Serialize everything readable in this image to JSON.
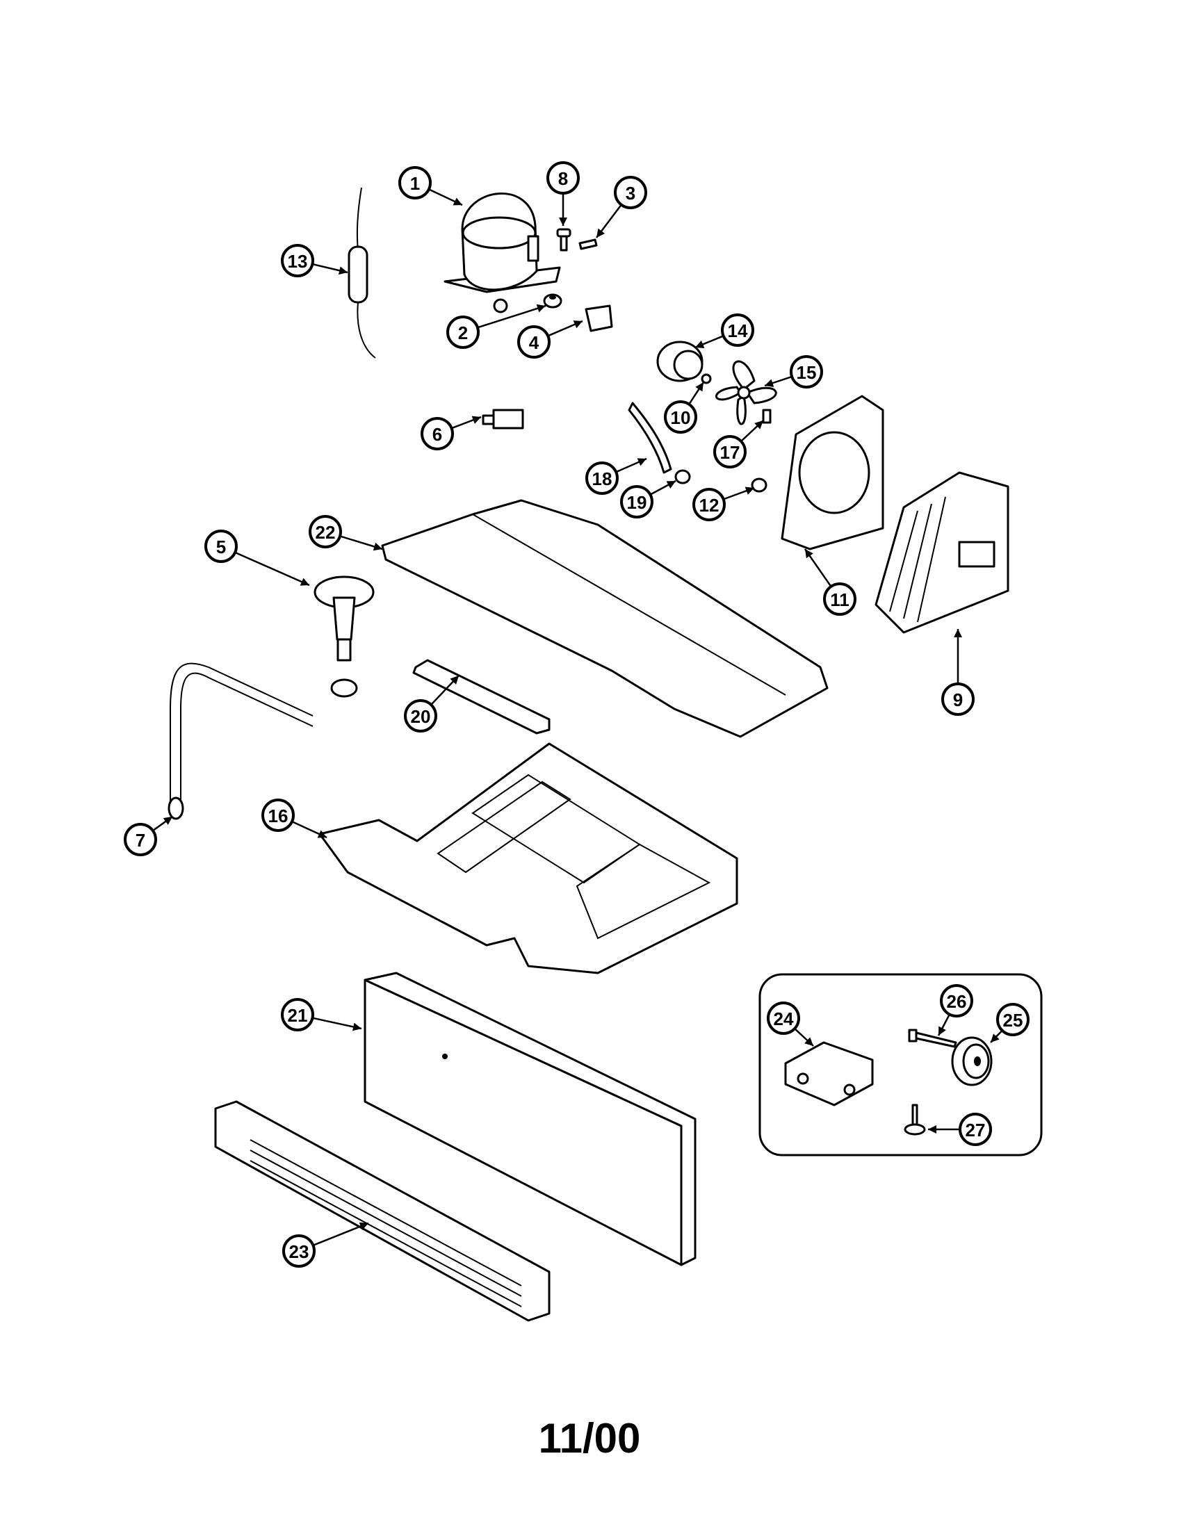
{
  "callouts": [
    {
      "id": "c1",
      "label": "1"
    },
    {
      "id": "c2",
      "label": "2"
    },
    {
      "id": "c3",
      "label": "3"
    },
    {
      "id": "c4",
      "label": "4"
    },
    {
      "id": "c5",
      "label": "5"
    },
    {
      "id": "c6",
      "label": "6"
    },
    {
      "id": "c7",
      "label": "7"
    },
    {
      "id": "c8",
      "label": "8"
    },
    {
      "id": "c9",
      "label": "9"
    },
    {
      "id": "c10",
      "label": "10"
    },
    {
      "id": "c11",
      "label": "11"
    },
    {
      "id": "c12",
      "label": "12"
    },
    {
      "id": "c13",
      "label": "13"
    },
    {
      "id": "c14",
      "label": "14"
    },
    {
      "id": "c15",
      "label": "15"
    },
    {
      "id": "c16",
      "label": "16"
    },
    {
      "id": "c17",
      "label": "17"
    },
    {
      "id": "c18",
      "label": "18"
    },
    {
      "id": "c19",
      "label": "19"
    },
    {
      "id": "c20",
      "label": "20"
    },
    {
      "id": "c21",
      "label": "21"
    },
    {
      "id": "c22",
      "label": "22"
    },
    {
      "id": "c23",
      "label": "23"
    },
    {
      "id": "c24",
      "label": "24"
    },
    {
      "id": "c25",
      "label": "25"
    },
    {
      "id": "c26",
      "label": "26"
    },
    {
      "id": "c27",
      "label": "27"
    }
  ],
  "footer": {
    "date_code": "11/00"
  }
}
